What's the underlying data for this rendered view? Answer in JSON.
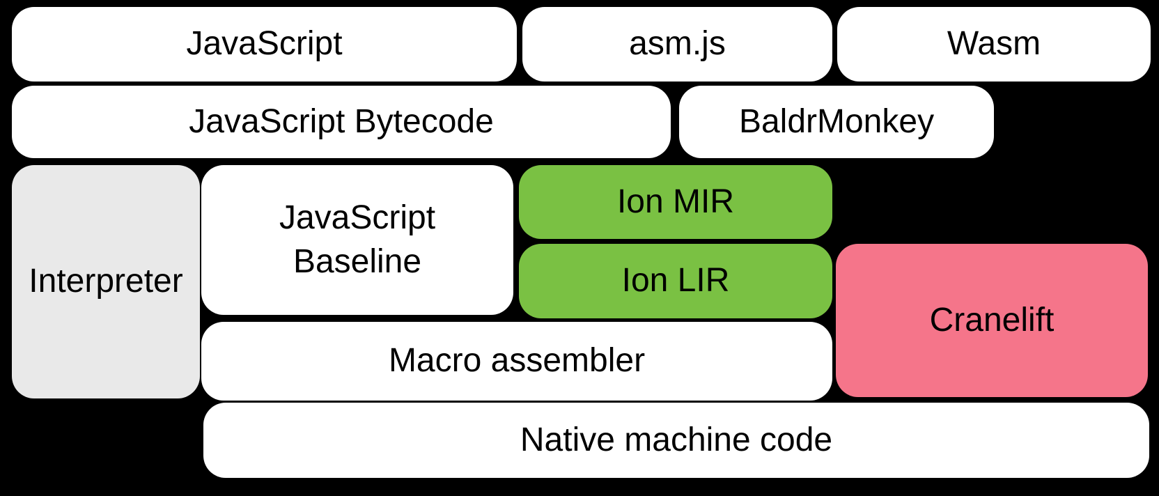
{
  "diagram": {
    "colors": {
      "background": "#000000",
      "text": "#000000",
      "box_white": "#FFFFFF",
      "box_gray": "#E9E9E9",
      "box_green": "#7AC143",
      "box_pink": "#F5758A"
    },
    "boxes": [
      {
        "id": "javascript",
        "label": "JavaScript",
        "color": "box_white"
      },
      {
        "id": "asmjs",
        "label": "asm.js",
        "color": "box_white"
      },
      {
        "id": "wasm",
        "label": "Wasm",
        "color": "box_white"
      },
      {
        "id": "javascript-bytecode",
        "label": "JavaScript Bytecode",
        "color": "box_white"
      },
      {
        "id": "baldrmonkey",
        "label": "BaldrMonkey",
        "color": "box_white"
      },
      {
        "id": "interpreter",
        "label": "Interpreter",
        "color": "box_gray"
      },
      {
        "id": "javascript-baseline",
        "label": "JavaScript Baseline",
        "color": "box_white"
      },
      {
        "id": "ion-mir",
        "label": "Ion MIR",
        "color": "box_green"
      },
      {
        "id": "ion-lir",
        "label": "Ion LIR",
        "color": "box_green"
      },
      {
        "id": "cranelift",
        "label": "Cranelift",
        "color": "box_pink"
      },
      {
        "id": "macro-assembler",
        "label": "Macro assembler",
        "color": "box_white"
      },
      {
        "id": "native-machine-code",
        "label": "Native machine code",
        "color": "box_white"
      }
    ]
  }
}
